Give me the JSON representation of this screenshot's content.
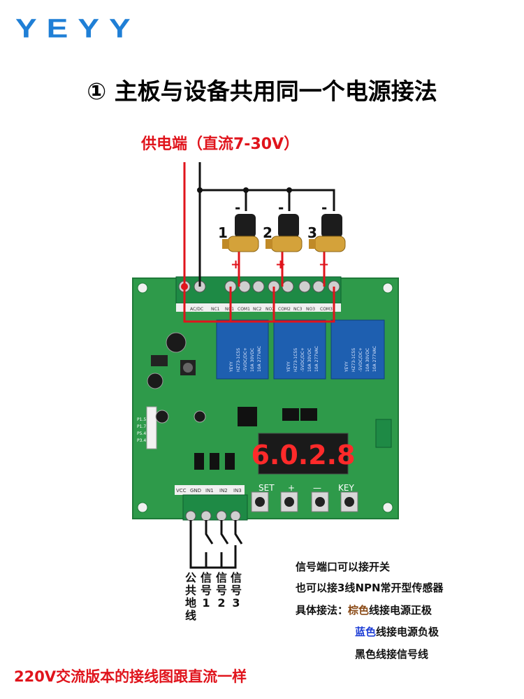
{
  "logo": "YEYY",
  "title": "① 主板与设备共用同一个电源接法",
  "supply_label": "供电端（直流7-30V）",
  "valves": [
    {
      "number": "1",
      "minus": "-",
      "plus": "+"
    },
    {
      "number": "2",
      "minus": "-",
      "plus": "+"
    },
    {
      "number": "3",
      "minus": "-",
      "plus": "+"
    }
  ],
  "display": "6.0.2.8",
  "buttons": [
    "SET",
    "+",
    "—",
    "KEY"
  ],
  "terminal_top_labels": [
    "AC/DC",
    "NC1",
    "NO1",
    "COM1",
    "NC2",
    "NO2",
    "COM2",
    "NC3",
    "NO3",
    "COM3"
  ],
  "terminal_bottom_labels": [
    "VCC",
    "GND",
    "IN1",
    "IN2",
    "IN3"
  ],
  "board_pins": [
    "P1.5",
    "P1.7",
    "P5.4",
    "P3.4"
  ],
  "relay_text": [
    "YEYY",
    "HZ73-1C5S",
    "-5VDC/DC+",
    "10A 30VDC",
    "10A 277VAC"
  ],
  "wire_labels": [
    "公共地线",
    "信号1",
    "信号2",
    "信号3"
  ],
  "notes": {
    "line1": "信号端口可以接开关",
    "line2": "也可以接3线NPN常开型传感器",
    "line3_prefix": "具体接法：",
    "line3_color": "棕色",
    "line3_suffix": "线接电源正极",
    "line4_color": "蓝色",
    "line4_suffix": "线接电源负极",
    "line5": "黑色线接信号线"
  },
  "footer": "220V交流版本的接线图跟直流一样",
  "colors": {
    "logo": "#1f7fd6",
    "red_text": "#e0141c",
    "board": "#2e9a4a",
    "terminal": "#1e8a45",
    "wire_red": "#e0141c",
    "brown": "#8a4a16",
    "blue": "#1f3fd6"
  }
}
